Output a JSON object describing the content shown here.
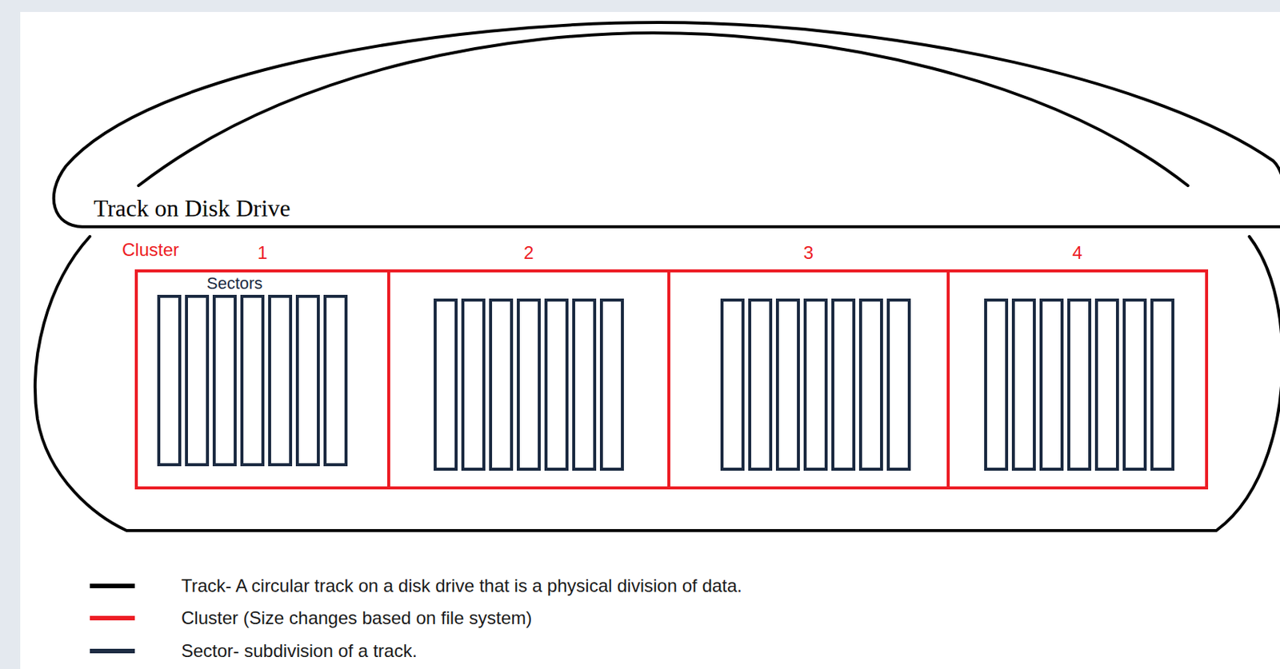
{
  "diagram": {
    "nodes": [
      {
        "text": [
          "1",
          "Sectors"
        ]
      },
      {
        "text": [
          "2"
        ]
      },
      {
        "text": [
          "3"
        ]
      },
      {
        "text": [
          "4"
        ]
      }
    ],
    "labels": [
      "Track on Disk Drive",
      "Cluster"
    ],
    "legend": [
      {
        "text": "Track- A circular track on a disk drive that is a physical division of data.",
        "color": "#000000"
      },
      {
        "text": "Cluster (Size changes based on file system)",
        "color": "#ed1c24"
      },
      {
        "text": "Sector- subdivision of a track.",
        "color": "#1b2a41"
      }
    ]
  }
}
